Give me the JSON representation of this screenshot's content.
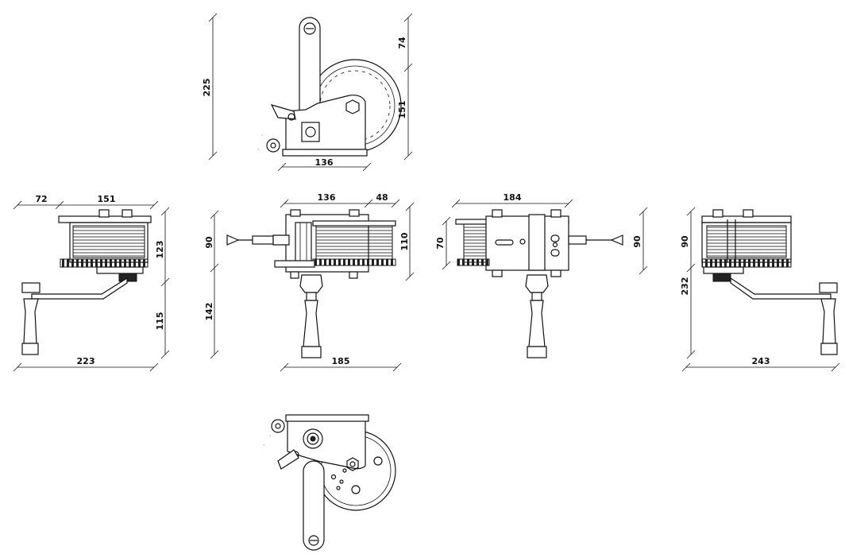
{
  "dimensions": {
    "top_view": {
      "height_total": "225",
      "handle_top": "74",
      "gear_height": "151",
      "base_width": "136"
    },
    "left_view": {
      "offset": "72",
      "drum_width": "151",
      "drum_height": "123",
      "handle_drop": "115",
      "total_width": "223"
    },
    "front_view": {
      "width": "136",
      "right_offset": "48",
      "height": "90",
      "right_height": "110",
      "handle_drop": "142",
      "total_width": "185"
    },
    "rear_view": {
      "width": "184",
      "left_height": "70",
      "right_height": "90"
    },
    "right_view": {
      "height": "90",
      "handle_drop": "232",
      "total_width": "243"
    }
  }
}
